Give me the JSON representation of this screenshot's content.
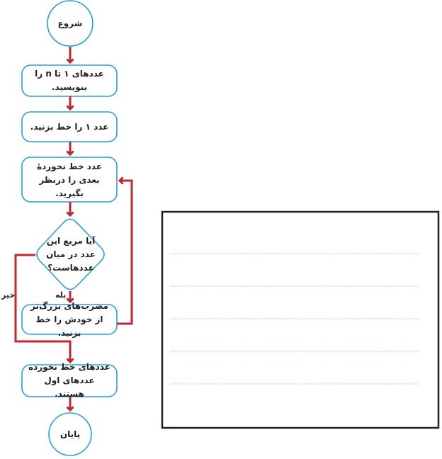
{
  "flowchart": {
    "start": "شروع",
    "step1": "عددهای ۱ تا n را بنویسید.",
    "step2": "عدد ۱ را خط بزنید.",
    "step3": "عدد خط نخوردهٔ بعدی را درنظر بگیرید.",
    "decision": "آیا مربع این عدد در میان عددهاست؟",
    "yes_label": "بله",
    "no_label": "خیر",
    "step4": "مضرب‌های بزرگ‌تر از خودش را خط بزنید.",
    "step5": "عددهای خط نخورده عددهای اول هستند.",
    "end": "پایان"
  },
  "colors": {
    "shape_border": "#2a9fd8",
    "arrow": "#c1272d",
    "answer_lines": "#9fd3ee"
  }
}
